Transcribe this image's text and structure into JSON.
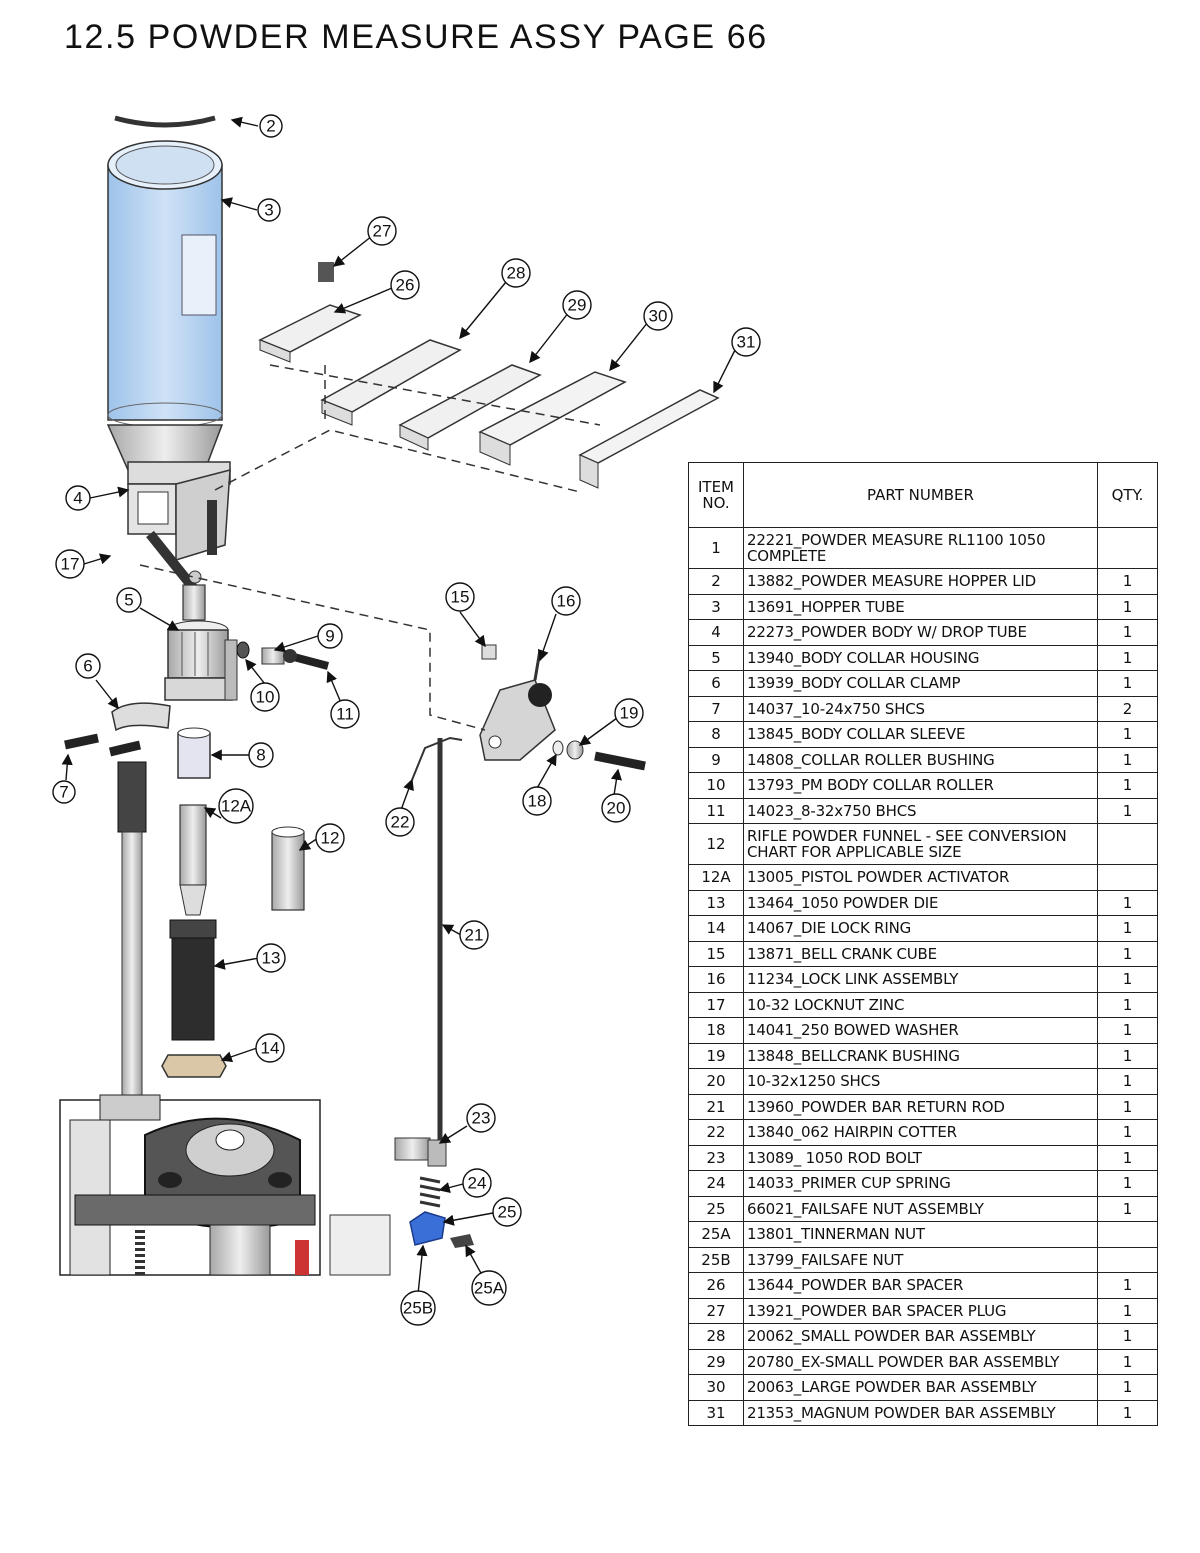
{
  "title": "12.5 POWDER MEASURE ASSY PAGE 66",
  "callouts": [
    "2",
    "3",
    "4",
    "5",
    "6",
    "7",
    "8",
    "9",
    "10",
    "11",
    "12",
    "12A",
    "13",
    "14",
    "15",
    "16",
    "17",
    "18",
    "19",
    "20",
    "21",
    "22",
    "23",
    "24",
    "25",
    "25A",
    "25B",
    "26",
    "27",
    "28",
    "29",
    "30",
    "31"
  ],
  "table": {
    "headers": {
      "item": "ITEM NO.",
      "part": "PART NUMBER",
      "qty": "QTY."
    },
    "rows": [
      {
        "item": "1",
        "part": "22221_POWDER MEASURE RL1100 1050 COMPLETE",
        "qty": ""
      },
      {
        "item": "2",
        "part": "13882_POWDER MEASURE HOPPER LID",
        "qty": "1"
      },
      {
        "item": "3",
        "part": "13691_HOPPER TUBE",
        "qty": "1"
      },
      {
        "item": "4",
        "part": "22273_POWDER BODY W/ DROP TUBE",
        "qty": "1"
      },
      {
        "item": "5",
        "part": "13940_BODY COLLAR HOUSING",
        "qty": "1"
      },
      {
        "item": "6",
        "part": "13939_BODY COLLAR CLAMP",
        "qty": "1"
      },
      {
        "item": "7",
        "part": "14037_10-24x750 SHCS",
        "qty": "2"
      },
      {
        "item": "8",
        "part": "13845_BODY COLLAR SLEEVE",
        "qty": "1"
      },
      {
        "item": "9",
        "part": "14808_COLLAR ROLLER BUSHING",
        "qty": "1"
      },
      {
        "item": "10",
        "part": "13793_PM BODY COLLAR ROLLER",
        "qty": "1"
      },
      {
        "item": "11",
        "part": "14023_8-32x750 BHCS",
        "qty": "1"
      },
      {
        "item": "12",
        "part": "RIFLE POWDER FUNNEL - SEE CONVERSION CHART FOR APPLICABLE SIZE",
        "qty": ""
      },
      {
        "item": "12A",
        "part": "13005_PISTOL POWDER ACTIVATOR",
        "qty": ""
      },
      {
        "item": "13",
        "part": "13464_1050 POWDER DIE",
        "qty": "1"
      },
      {
        "item": "14",
        "part": "14067_DIE LOCK RING",
        "qty": "1"
      },
      {
        "item": "15",
        "part": "13871_BELL CRANK CUBE",
        "qty": "1"
      },
      {
        "item": "16",
        "part": "11234_LOCK LINK ASSEMBLY",
        "qty": "1"
      },
      {
        "item": "17",
        "part": "10-32 LOCKNUT ZINC",
        "qty": "1"
      },
      {
        "item": "18",
        "part": "14041_250 BOWED WASHER",
        "qty": "1"
      },
      {
        "item": "19",
        "part": "13848_BELLCRANK BUSHING",
        "qty": "1"
      },
      {
        "item": "20",
        "part": "10-32x1250 SHCS",
        "qty": "1"
      },
      {
        "item": "21",
        "part": "13960_POWDER BAR RETURN ROD",
        "qty": "1"
      },
      {
        "item": "22",
        "part": "13840_062 HAIRPIN COTTER",
        "qty": "1"
      },
      {
        "item": "23",
        "part": "13089_ 1050 ROD BOLT",
        "qty": "1"
      },
      {
        "item": "24",
        "part": "14033_PRIMER CUP SPRING",
        "qty": "1"
      },
      {
        "item": "25",
        "part": "66021_FAILSAFE NUT ASSEMBLY",
        "qty": "1"
      },
      {
        "item": "25A",
        "part": "13801_TINNERMAN NUT",
        "qty": ""
      },
      {
        "item": "25B",
        "part": "13799_FAILSAFE NUT",
        "qty": ""
      },
      {
        "item": "26",
        "part": "13644_POWDER BAR SPACER",
        "qty": "1"
      },
      {
        "item": "27",
        "part": "13921_POWDER BAR SPACER PLUG",
        "qty": "1"
      },
      {
        "item": "28",
        "part": "20062_SMALL POWDER BAR ASSEMBLY",
        "qty": "1"
      },
      {
        "item": "29",
        "part": "20780_EX-SMALL POWDER BAR ASSEMBLY",
        "qty": "1"
      },
      {
        "item": "30",
        "part": "20063_LARGE POWDER BAR ASSEMBLY",
        "qty": "1"
      },
      {
        "item": "31",
        "part": "21353_MAGNUM POWDER BAR ASSEMBLY",
        "qty": "1"
      }
    ]
  },
  "colors": {
    "hopper": "#b8d4f0",
    "failsafe_nut": "#3a6fd8",
    "metal": "#d9d9d9",
    "dark": "#4a4a4a"
  }
}
